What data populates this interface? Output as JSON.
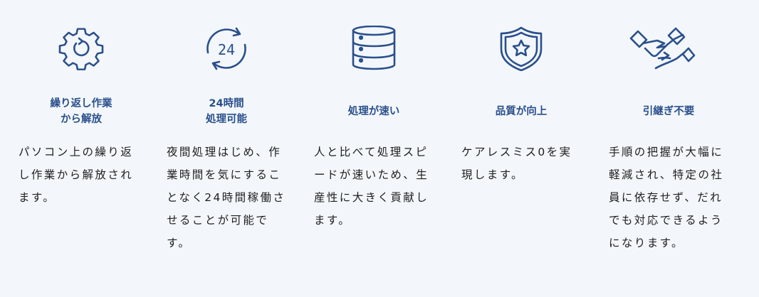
{
  "features": [
    {
      "icon": "gear-refresh-icon",
      "title": "繰り返し作業\nから解放",
      "description": "パソコン上の繰り返し作業から解放されます。"
    },
    {
      "icon": "24-hours-icon",
      "title": "24時間\n処理可能",
      "icon_text": "24",
      "description": "夜間処理はじめ、作業時間を気にすることなく24時間稼働させることが可能です。"
    },
    {
      "icon": "database-icon",
      "title": "処理が速い",
      "description": "人と比べて処理スピードが速いため、生産性に大きく貢献します。"
    },
    {
      "icon": "shield-star-icon",
      "title": "品質が向上",
      "description": "ケアレスミス0を実現します。"
    },
    {
      "icon": "handover-icon",
      "title": "引継ぎ不要",
      "description": "手順の把握が大幅に軽減され、特定の社員に依存せず、だれでも対応できるようになります。"
    }
  ],
  "colors": {
    "accent": "#2a4f8c",
    "text": "#1e1e1e",
    "background": "#f3f7fb"
  }
}
